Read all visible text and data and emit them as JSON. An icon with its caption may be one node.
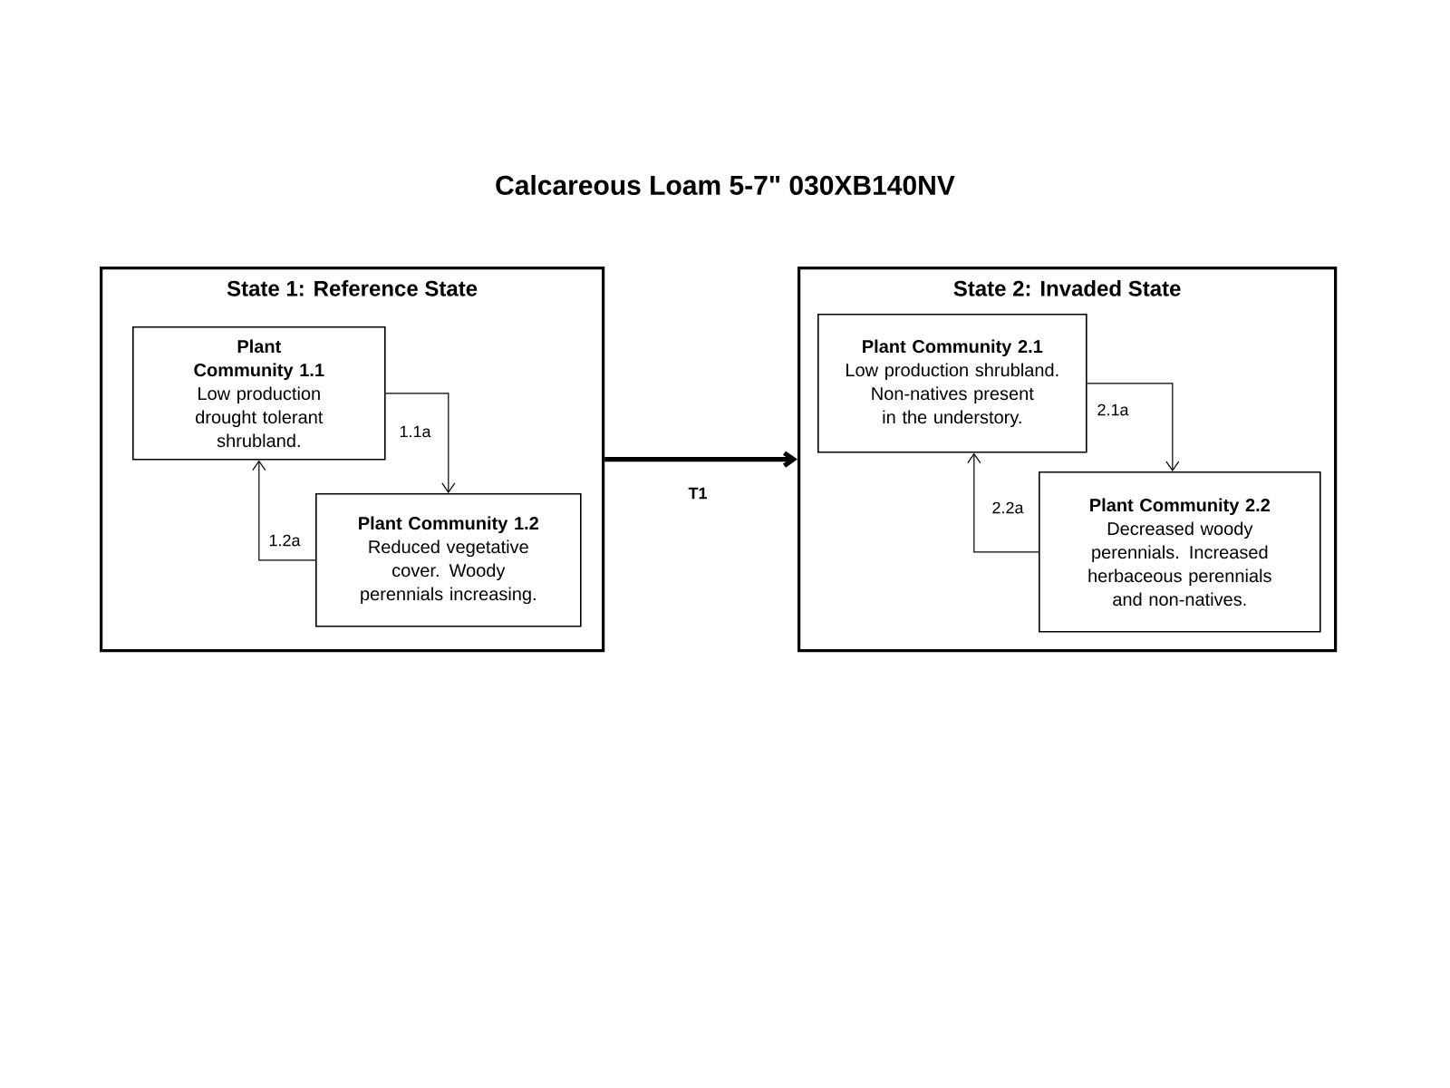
{
  "diagram": {
    "title": "Calcareous Loam 5-7\" 030XB140NV",
    "nodes": [
      {
        "text": [
          "State 1: Reference State"
        ]
      },
      {
        "text": [
          "Plant Community 1.1",
          "Low production drought tolerant shrubland."
        ],
        "in": 0
      },
      {
        "text": [
          "Plant Community 1.2",
          "Reduced vegetative cover. Woody perennials increasing."
        ],
        "in": 0
      },
      {
        "text": [
          "State 2: Invaded State"
        ]
      },
      {
        "text": [
          "Plant Community 2.1",
          "Low production shrubland. Non-natives present in the understory."
        ],
        "in": 3
      },
      {
        "text": [
          "Plant Community 2.2",
          "Decreased woody perennials. Increased herbaceous perennials and non-natives."
        ],
        "in": 3
      }
    ],
    "edges": [
      {
        "from": 1,
        "to": 2,
        "arrow": "to",
        "label": "1.1a"
      },
      {
        "from": 2,
        "to": 1,
        "arrow": "to",
        "label": "1.2a"
      },
      {
        "from": 0,
        "to": 3,
        "arrow": "to",
        "label": "T1",
        "style": "thick"
      },
      {
        "from": 4,
        "to": 5,
        "arrow": "to",
        "label": "2.1a"
      },
      {
        "from": 5,
        "to": 4,
        "arrow": "to",
        "label": "2.2a"
      }
    ]
  }
}
